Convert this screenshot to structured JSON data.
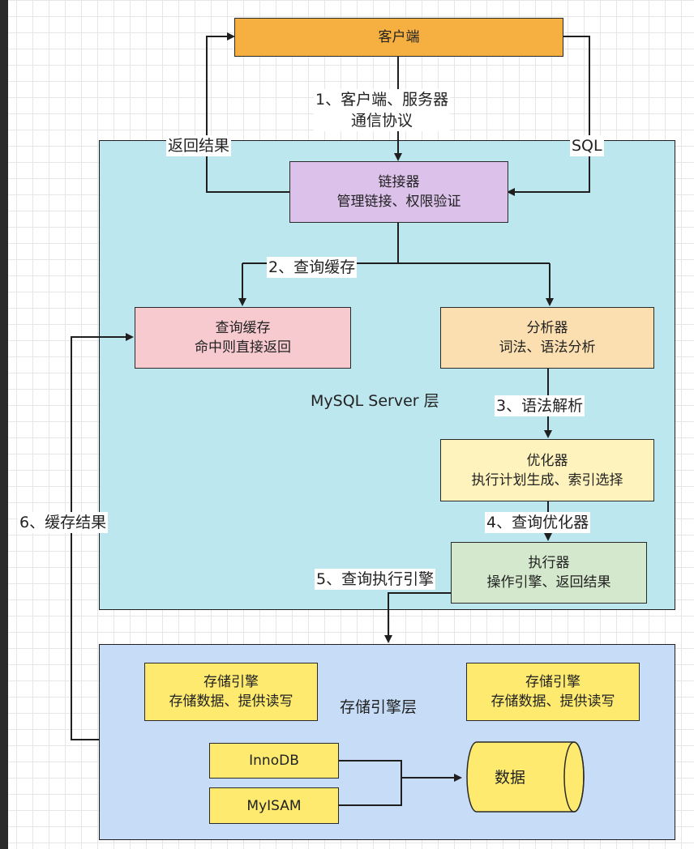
{
  "client": {
    "label": "客户端"
  },
  "server_layer": {
    "label": "MySQL Server 层"
  },
  "storage_layer": {
    "label": "存储引擎层"
  },
  "connector": {
    "title": "链接器",
    "desc": "管理链接、权限验证"
  },
  "query_cache": {
    "title": "查询缓存",
    "desc": "命中则直接返回"
  },
  "analyzer": {
    "title": "分析器",
    "desc": "词法、语法分析"
  },
  "optimizer": {
    "title": "优化器",
    "desc": "执行计划生成、索引选择"
  },
  "executor": {
    "title": "执行器",
    "desc": "操作引擎、返回结果"
  },
  "engine_left": {
    "title": "存储引擎",
    "desc": "存储数据、提供读写"
  },
  "engine_right": {
    "title": "存储引擎",
    "desc": "存储数据、提供读写"
  },
  "innodb": {
    "label": "InnoDB"
  },
  "myisam": {
    "label": "MyISAM"
  },
  "data_store": {
    "label": "数据"
  },
  "edges": {
    "step1_line1": "1、客户端、服务器",
    "step1_line2": "通信协议",
    "return_result": "返回结果",
    "sql": "SQL",
    "step2": "2、查询缓存",
    "step3": "3、语法解析",
    "step4": "4、查询优化器",
    "step5": "5、查询执行引擎",
    "step6": "6、缓存结果"
  },
  "colors": {
    "client_fill": "#f5b041",
    "server_fill": "#bde7ee",
    "storage_fill": "#c6dcf7",
    "connector_fill": "#dcc1ea",
    "cache_fill": "#f7cad0",
    "analyzer_fill": "#fbdfb0",
    "optimizer_fill": "#fff3bd",
    "executor_fill": "#d3e8cc",
    "engine_fill": "#fdea6f"
  }
}
